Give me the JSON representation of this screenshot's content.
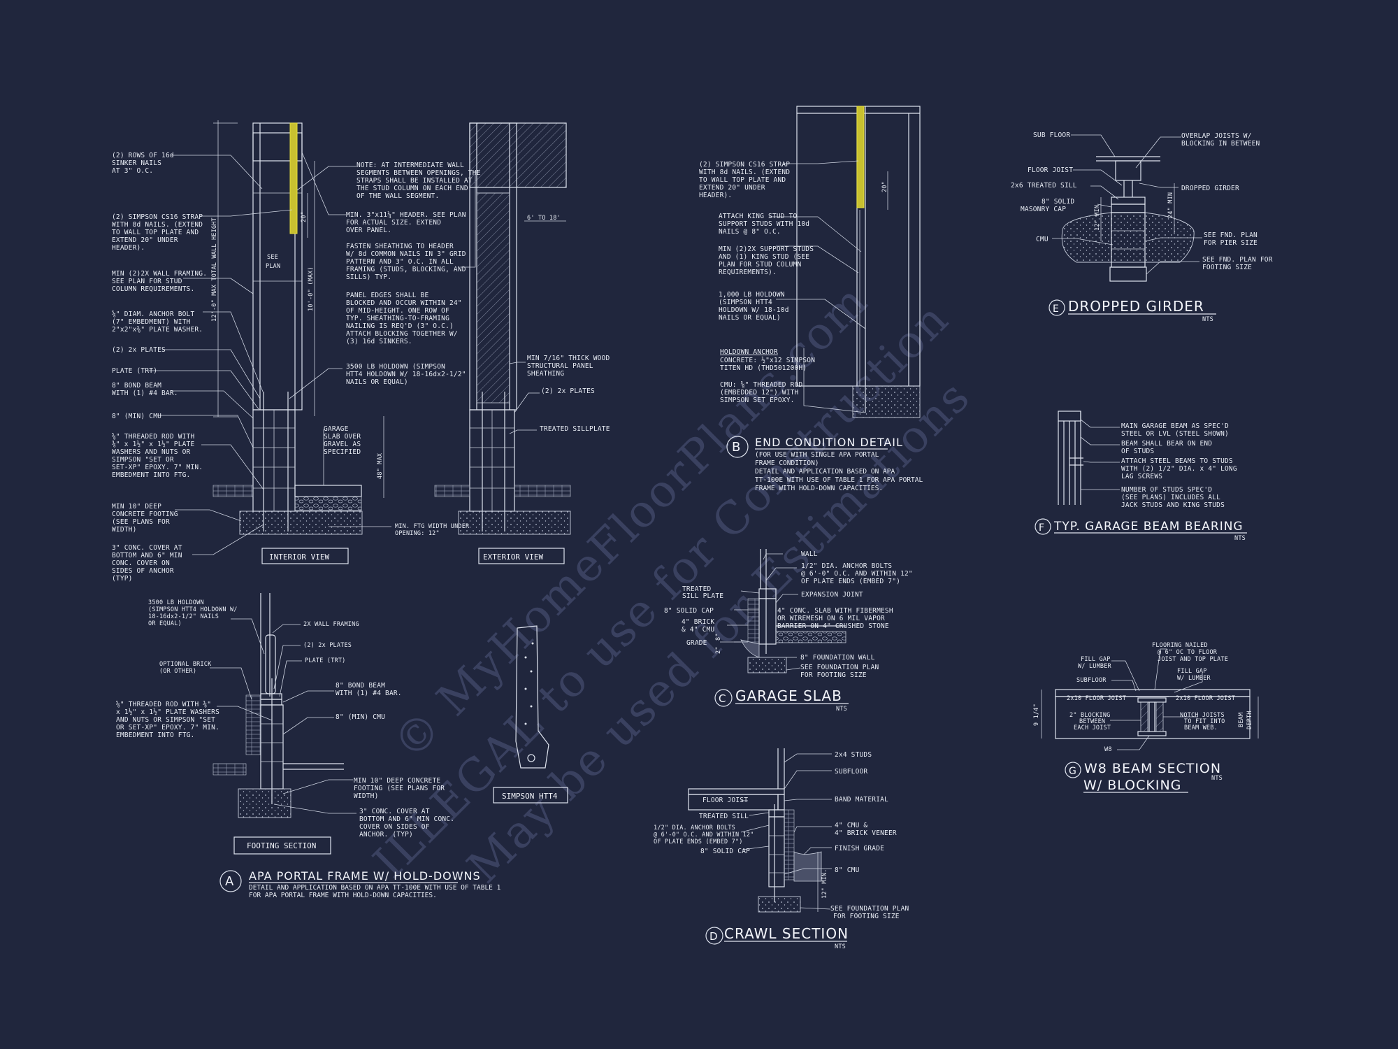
{
  "watermark": {
    "line1": "© MyHomeFloorPlans.com",
    "line2": "ILLEGAL to use for Construction",
    "line3": "May be used for Estimations"
  },
  "detail_a": {
    "marker": "A",
    "title": "APA PORTAL FRAME W/ HOLD-DOWNS",
    "subtitle_1": "DETAIL AND APPLICATION BASED ON APA TT-100E WITH USE OF TABLE 1",
    "subtitle_2": "FOR APA PORTAL FRAME WITH HOLD-DOWN CAPACITIES.",
    "interior_view": "INTERIOR VIEW",
    "exterior_view": "EXTERIOR VIEW",
    "footing_section": "FOOTING SECTION",
    "simpson_htt4": "SIMPSON HTT4",
    "dim_total_wall": "12'-0\" MAX TOTAL WALL HEIGHT",
    "dim_10": "10'-0\" (MAX)",
    "dim_20": "20\"",
    "dim_48": "48\" MAX",
    "dim_6to18": "6' TO 18'",
    "see_plan_1": "SEE",
    "see_plan_2": "PLAN",
    "left_notes": [
      "(2) ROWS OF 16d",
      "SINKER NAILS",
      "AT 3\" O.C.",
      "(2) SIMPSON CS16 STRAP",
      "WITH 8d NAILS. (EXTEND",
      "TO WALL TOP PLATE AND",
      "EXTEND 20\" UNDER",
      "HEADER).",
      "MIN (2)2X WALL FRAMING.",
      "SEE PLAN FOR STUD",
      "COLUMN REQUIREMENTS.",
      "⅝\" DIAM. ANCHOR BOLT",
      "(7\" EMBEDMENT) WITH",
      "2\"x2\"x⅜\" PLATE WASHER.",
      "(2) 2x PLATES",
      "PLATE (TRT)",
      "8\" BOND BEAM",
      "WITH (1) #4 BAR.",
      "8\" (MIN) CMU",
      "⅝\" THREADED ROD WITH",
      "⅜\" x 1½\" x 1½\" PLATE",
      "WASHERS AND NUTS OR",
      "SIMPSON \"SET OR",
      "SET-XP\" EPOXY. 7\" MIN.",
      "EMBEDMENT INTO FTG.",
      "MIN 10\" DEEP",
      "CONCRETE FOOTING",
      "(SEE PLANS FOR",
      "WIDTH)",
      "3\" CONC. COVER AT",
      "BOTTOM AND 6\" MIN",
      "CONC. COVER ON",
      "SIDES OF ANCHOR",
      "(TYP)"
    ],
    "center_notes": [
      "NOTE: AT INTERMEDIATE WALL",
      "SEGMENTS BETWEEN OPENINGS, THE",
      "STRAPS SHALL BE INSTALLED AT",
      "THE STUD COLUMN ON EACH END",
      "OF THE WALL SEGMENT.",
      "MIN. 3\"x11¼\" HEADER. SEE PLAN",
      "FOR ACTUAL SIZE. EXTEND",
      "OVER PANEL.",
      "FASTEN SHEATHING TO HEADER",
      "W/ 8d COMMON NAILS IN 3\" GRID",
      "PATTERN AND 3\" O.C. IN ALL",
      "FRAMING (STUDS, BLOCKING, AND",
      "SILLS) TYP.",
      "PANEL EDGES SHALL BE",
      "BLOCKED AND OCCUR WITHIN 24\"",
      "OF MID-HEIGHT. ONE ROW OF",
      "TYP. SHEATHING-TO-FRAMING",
      "NAILING IS REQ'D (3\" O.C.)",
      "ATTACH BLOCKING TOGETHER W/",
      "(3) 16d SINKERS.",
      "3500 LB HOLDOWN (SIMPSON",
      "HTT4 HOLDOWN W/ 18-16dx2-1/2\"",
      "NAILS OR EQUAL)",
      "GARAGE",
      "SLAB OVER",
      "GRAVEL AS",
      "SPECIFIED",
      "MIN. FTG WIDTH UNDER",
      "OPENING: 12\""
    ],
    "right_notes": [
      "MIN 7/16\" THICK WOOD",
      "STRUCTURAL PANEL",
      "SHEATHING",
      "(2) 2x PLATES",
      "TREATED SILLPLATE"
    ],
    "footing_notes": [
      "3500 LB HOLDOWN",
      "(SIMPSON HTT4 HOLDOWN W/",
      "18-16dx2-1/2\" NAILS",
      "OR EQUAL)",
      "2X WALL FRAMING",
      "(2) 2x PLATES",
      "PLATE (TRT)",
      "OPTIONAL BRICK",
      "(OR OTHER)",
      "8\" BOND BEAM",
      "WITH (1) #4 BAR.",
      "⅝\" THREADED ROD WITH ⅜\"",
      "x 1½\" x 1½\" PLATE WASHERS",
      "AND NUTS OR SIMPSON \"SET",
      "OR SET-XP\" EPOXY. 7\" MIN.",
      "EMBEDMENT INTO FTG.",
      "8\" (MIN) CMU",
      "MIN 10\" DEEP CONCRETE",
      "FOOTING (SEE PLANS FOR",
      "WIDTH)",
      "3\" CONC. COVER AT",
      "BOTTOM AND 6\" MIN CONC.",
      "COVER ON SIDES OF",
      "ANCHOR. (TYP)"
    ]
  },
  "detail_b": {
    "marker": "B",
    "title": "END CONDITION DETAIL",
    "sub": [
      "(FOR USE WITH SINGLE APA PORTAL",
      "FRAME CONDITION)",
      "DETAIL AND APPLICATION BASED ON APA",
      "TT-100E WITH USE OF TABLE 1 FOR APA PORTAL",
      "FRAME WITH HOLD-DOWN CAPACITIES."
    ],
    "dim_20": "20\"",
    "notes": [
      "(2) SIMPSON CS16 STRAP",
      "WITH 8d NAILS. (EXTEND",
      "TO WALL TOP PLATE AND",
      "EXTEND 20\" UNDER",
      "HEADER).",
      "ATTACH KING STUD TO",
      "SUPPORT STUDS WITH 10d",
      "NAILS @ 8\" O.C.",
      "MIN (2)2X SUPPORT STUDS",
      "AND (1) KING STUD (SEE",
      "PLAN FOR STUD COLUMN",
      "REQUIREMENTS).",
      "1,000 LB HOLDOWN",
      "(SIMPSON HTT4",
      "HOLDOWN W/ 18-10d",
      "NAILS OR EQUAL)",
      "HOLDOWN ANCHOR",
      "CONCRETE: ½\"x12 SIMPSON",
      "TITEN HD (THD501200H)",
      "CMU: ⅝\" THREADED ROD",
      "(EMBEDDED 12\") WITH",
      "SIMPSON SET EPOXY."
    ]
  },
  "detail_c": {
    "marker": "C",
    "title": "GARAGE SLAB",
    "nts": "NTS",
    "notes": [
      "WALL",
      "1/2\" DIA. ANCHOR BOLTS",
      "@ 6'-0\" O.C. AND WITHIN 12\"",
      "OF PLATE ENDS (EMBED 7\")",
      "TREATED",
      "SILL PLATE",
      "EXPANSION JOINT",
      "8\" SOLID CAP",
      "4\" CONC. SLAB WITH FIBERMESH",
      "OR WIREMESH ON 6 MIL VAPOR",
      "BARRIER ON 4\" CRUSHED STONE",
      "4\" BRICK",
      "& 4\" CMU",
      "GRADE",
      "8\" FOUNDATION WALL",
      "SEE FOUNDATION PLAN",
      "FOR FOOTING SIZE"
    ],
    "dim_8": "8\"",
    "dim_2": "2\""
  },
  "detail_d": {
    "marker": "D",
    "title": "CRAWL SECTION",
    "nts": "NTS",
    "notes": [
      "2x4 STUDS",
      "SUBFLOOR",
      "FLOOR JOIST",
      "BAND MATERIAL",
      "TREATED SILL",
      "1/2\" DIA. ANCHOR BOLTS",
      "@ 6'-0\" O.C. AND WITHIN 12\"",
      "OF PLATE ENDS (EMBED 7\")",
      "4\" CMU &",
      "4\" BRICK VENEER",
      "FINISH GRADE",
      "8\" SOLID CAP",
      "8\" CMU",
      "SEE FOUNDATION PLAN",
      "FOR FOOTING SIZE"
    ],
    "dim_12": "12\" MIN."
  },
  "detail_e": {
    "marker": "E",
    "title": "DROPPED GIRDER",
    "nts": "NTS",
    "notes": [
      "SUB FLOOR",
      "OVERLAP JOISTS W/",
      "BLOCKING IN BETWEEN",
      "FLOOR JOIST",
      "2x6 TREATED SILL",
      "DROPPED GIRDER",
      "8\" SOLID",
      "MASONRY CAP",
      "CMU",
      "SEE FND. PLAN",
      "FOR PIER SIZE",
      "SEE FND. PLAN FOR",
      "FOOTING SIZE"
    ],
    "dim_12": "12\" MIN",
    "dim_24": "24\" MIN"
  },
  "detail_f": {
    "marker": "F",
    "title": "TYP. GARAGE BEAM BEARING",
    "nts": "NTS",
    "notes": [
      "MAIN GARAGE BEAM AS SPEC'D",
      "STEEL OR LVL (STEEL SHOWN)",
      "BEAM SHALL BEAR ON END",
      "OF STUDS",
      "ATTACH STEEL BEAMS TO STUDS",
      "WITH (2) 1/2\" DIA. x 4\" LONG",
      "LAG SCREWS",
      "NUMBER OF STUDS SPEC'D",
      "(SEE PLANS) INCLUDES ALL",
      "JACK STUDS AND KING STUDS"
    ]
  },
  "detail_g": {
    "marker": "G",
    "title_1": "W8 BEAM SECTION",
    "title_2": "W/ BLOCKING",
    "nts": "NTS",
    "notes": [
      "FILL GAP",
      "W/ LUMBER",
      "FLOORING NAILED",
      "@ 6\" OC TO FLOOR",
      "JOIST AND TOP PLATE",
      "SUBFLOOR",
      "FILL GAP",
      "W/ LUMBER",
      "2x10 FLOOR JOIST",
      "2x10 FLOOR JOIST",
      "2\" BLOCKING",
      "BETWEEN",
      "EACH JOIST",
      "NOTCH JOISTS",
      "TO FIT INTO",
      "BEAM WEB.",
      "W8"
    ],
    "dim_914": "9 1/4\"",
    "dim_beam_1": "BEAM",
    "dim_beam_2": "DEPTH"
  },
  "colors": {
    "background": "#20263d",
    "linework": "#dfe4ef",
    "strap": "#c8c030",
    "watermark": "#3a4160"
  }
}
